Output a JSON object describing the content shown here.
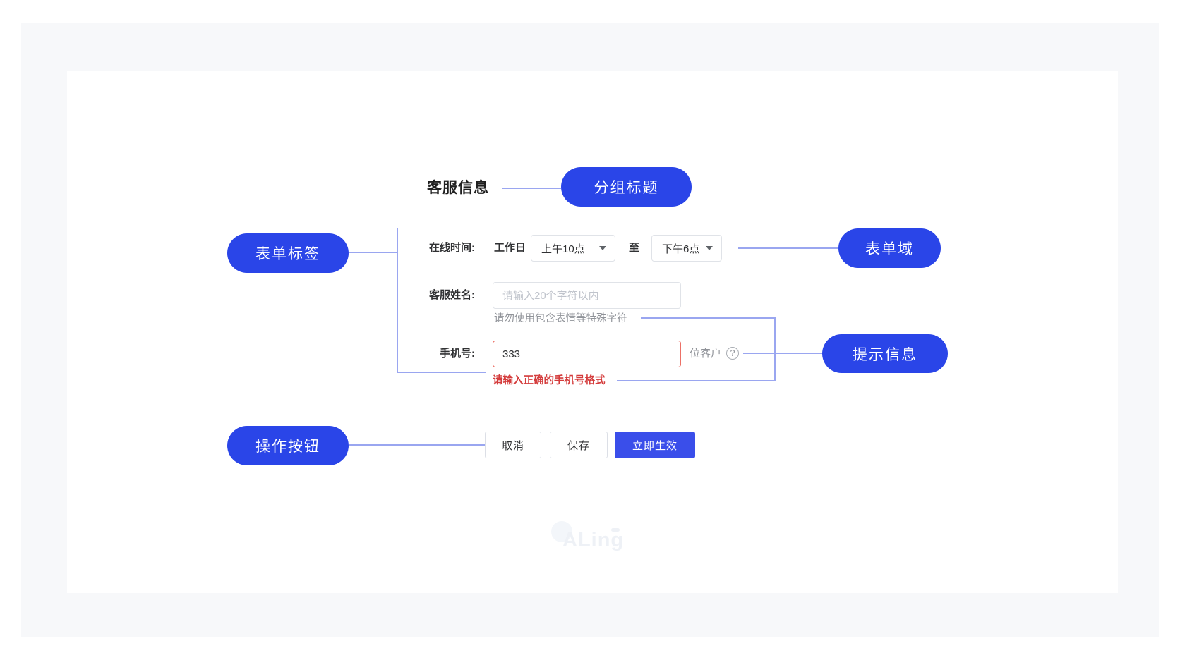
{
  "colors": {
    "pill_blue": "#2a45e8",
    "primary_button_blue": "#3a4eea",
    "connector_line": "#9aa6f0",
    "error_text": "#d43c3c",
    "error_border": "#ec7066",
    "panel_bg": "#f7f8fa"
  },
  "group_title": "客服信息",
  "callouts": {
    "group_title": "分组标题",
    "form_label": "表单标签",
    "form_field": "表单域",
    "hint": "提示信息",
    "actions": "操作按钮"
  },
  "form": {
    "online_time": {
      "label": "在线时间:",
      "prefix": "工作日",
      "start_value": "上午10点",
      "to": "至",
      "end_value": "下午6点"
    },
    "service_name": {
      "label": "客服姓名:",
      "placeholder": "请输入20个字符以内",
      "hint": "请勿使用包含表情等特殊字符"
    },
    "phone": {
      "label": "手机号:",
      "value": "333",
      "suffix": "位客户",
      "error": "请输入正确的手机号格式"
    }
  },
  "icons": {
    "help_glyph": "?",
    "dropdown_caret": "chevron-down"
  },
  "buttons": {
    "cancel": "取消",
    "save": "保存",
    "submit": "立即生效"
  },
  "watermark": {
    "text": "ALing"
  }
}
